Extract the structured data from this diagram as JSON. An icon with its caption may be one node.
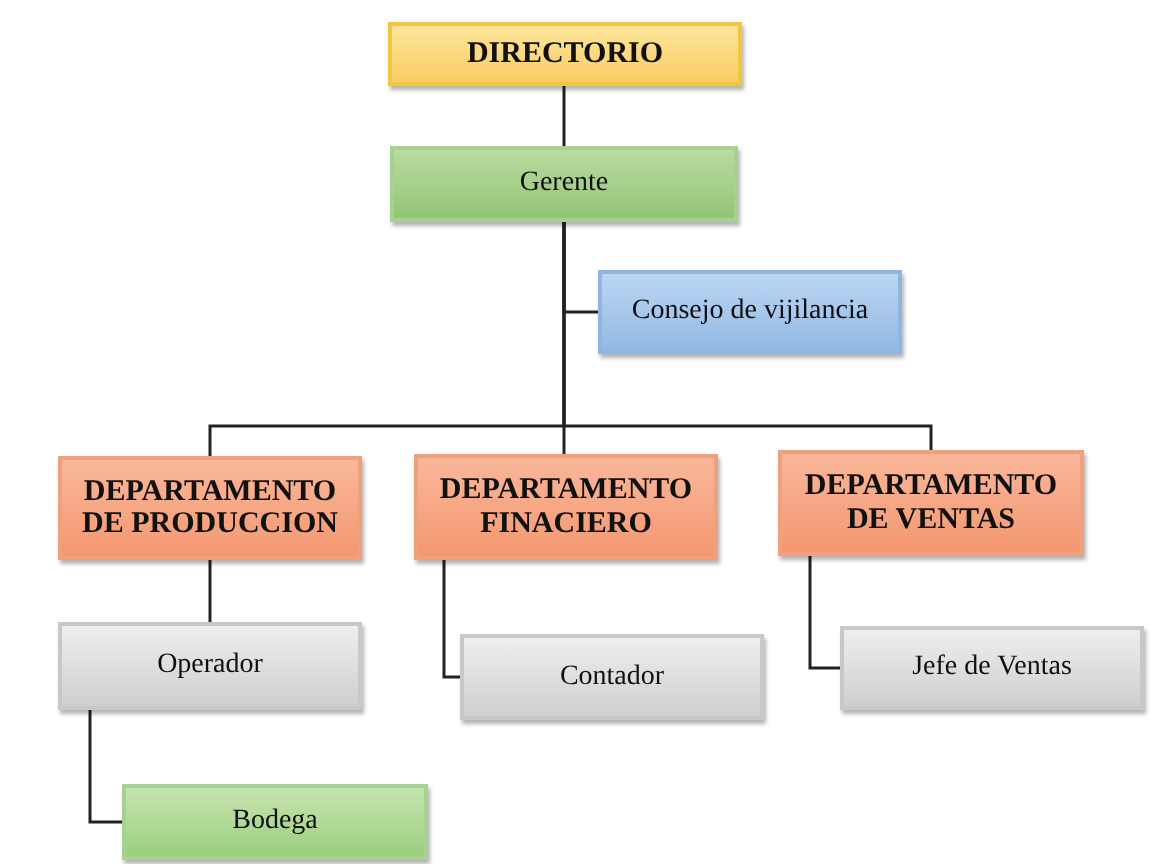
{
  "diagram": {
    "nodes": [
      {
        "text": [
          "DIRECTORIO"
        ]
      },
      {
        "text": [
          "Gerente"
        ]
      },
      {
        "text": [
          "Consejo de vijilancia"
        ]
      },
      {
        "text": [
          "DEPARTAMENTO DE PRODUCCION"
        ]
      },
      {
        "text": [
          "DEPARTAMENTO FINACIERO"
        ]
      },
      {
        "text": [
          "DEPARTAMENTO DE VENTAS"
        ]
      },
      {
        "text": [
          "Operador"
        ]
      },
      {
        "text": [
          "Contador"
        ]
      },
      {
        "text": [
          "Jefe de Ventas"
        ]
      },
      {
        "text": [
          "Bodega"
        ]
      }
    ],
    "edges": [
      {
        "from": 0,
        "to": 1,
        "arrow": "none"
      },
      {
        "from": 1,
        "to": 2,
        "arrow": "none"
      },
      {
        "from": 1,
        "to": 3,
        "arrow": "none"
      },
      {
        "from": 1,
        "to": 4,
        "arrow": "none"
      },
      {
        "from": 1,
        "to": 5,
        "arrow": "none"
      },
      {
        "from": 3,
        "to": 6,
        "arrow": "none"
      },
      {
        "from": 4,
        "to": 7,
        "arrow": "none"
      },
      {
        "from": 5,
        "to": 8,
        "arrow": "none"
      },
      {
        "from": 6,
        "to": 9,
        "arrow": "none"
      }
    ]
  }
}
